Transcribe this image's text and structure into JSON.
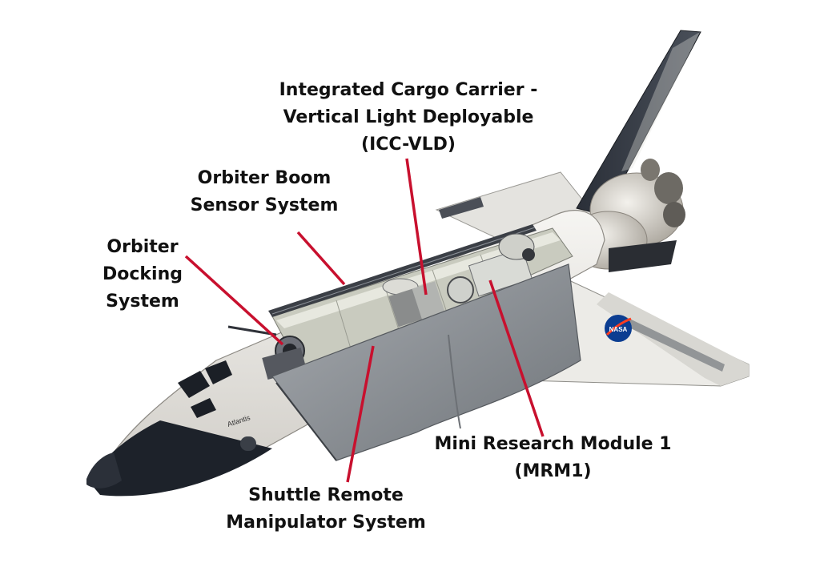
{
  "colors": {
    "leader": "#c8102e",
    "text": "#111111",
    "fuselage": "#e9e7e2",
    "tile": "#1d222a",
    "door": "#8d9196",
    "bay": "#c9cbbf"
  },
  "labels": {
    "icc_vld": {
      "lines": [
        "Integrated Cargo Carrier -",
        "Vertical Light Deployable",
        "(ICC-VLD)"
      ]
    },
    "obss": {
      "lines": [
        "Orbiter Boom",
        "Sensor System"
      ]
    },
    "ods": {
      "lines": [
        "Orbiter",
        "Docking",
        "System"
      ]
    },
    "mrm1": {
      "lines": [
        "Mini Research Module 1",
        "(MRM1)"
      ]
    },
    "srms": {
      "lines": [
        "Shuttle Remote",
        "Manipulator System"
      ]
    }
  },
  "orbiter_name": "Atlantis",
  "agency_logo_text": "NASA"
}
